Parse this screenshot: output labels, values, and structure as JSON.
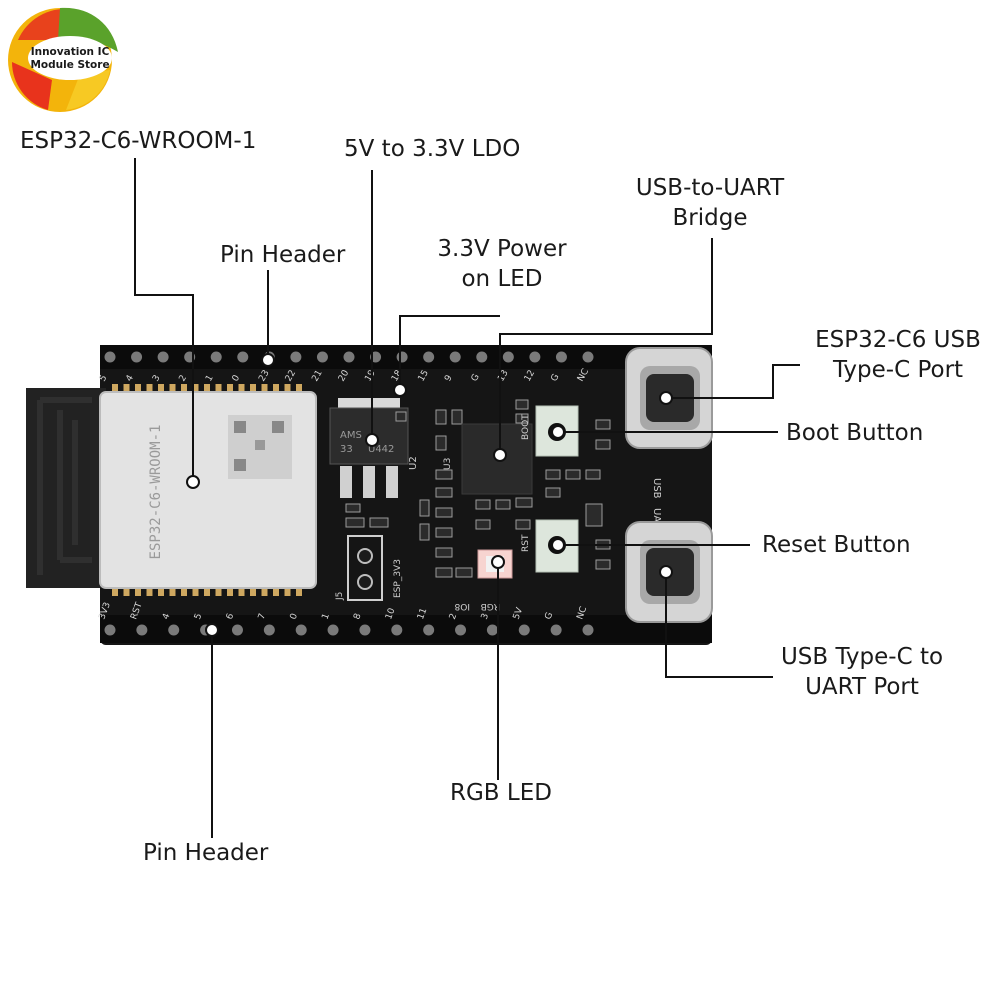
{
  "logo": {
    "line1": "Innovation IC",
    "line2": "Module Store"
  },
  "callouts": {
    "module": "ESP32-C6-WROOM-1",
    "ldo": "5V to 3.3V LDO",
    "bridge_line1": "USB-to-UART",
    "bridge_line2": "Bridge",
    "pin_header_top": "Pin Header",
    "power_led_line1": "3.3V Power",
    "power_led_line2": "on LED",
    "usb_c_line1": "ESP32-C6 USB",
    "usb_c_line2": "Type-C Port",
    "boot": "Boot Button",
    "reset": "Reset Button",
    "uart_c_line1": "USB Type-C to",
    "uart_c_line2": "UART Port",
    "rgb": "RGB LED",
    "pin_header_bottom": "Pin Header"
  },
  "board": {
    "module_name": "ESP32-C6-WROOM-1",
    "ldo_marking_1": "AMS",
    "ldo_marking_2": "33",
    "ldo_marking_3": "U442",
    "u2": "U2",
    "u3": "U3",
    "j5": "J5",
    "esp_3v3": "ESP_3V3",
    "boot_lbl": "BOOT",
    "rst_lbl": "RST",
    "usb_lbl": "USB",
    "uart_lbl": "UART",
    "rgb_lbl": "RGB",
    "io8_lbl": "IO8",
    "top_pins": [
      "5",
      "4",
      "3",
      "2",
      "1",
      "0",
      "23",
      "22",
      "21",
      "20",
      "19",
      "18",
      "15",
      "9",
      "G",
      "13",
      "12",
      "G",
      "NC"
    ],
    "bottom_pins": [
      "3V3",
      "RST",
      "4",
      "5",
      "6",
      "7",
      "0",
      "1",
      "8",
      "10",
      "11",
      "2",
      "3",
      "5V",
      "G",
      "NC"
    ]
  },
  "colors": {
    "pcb": "#151515",
    "module_shield": "#e3e3e3",
    "antenna": "#2a2a2a",
    "usb_metal": "#d5d5d5",
    "button_body": "#dde6dc",
    "label_text": "#1a1a1a",
    "leader_line": "#111111"
  }
}
